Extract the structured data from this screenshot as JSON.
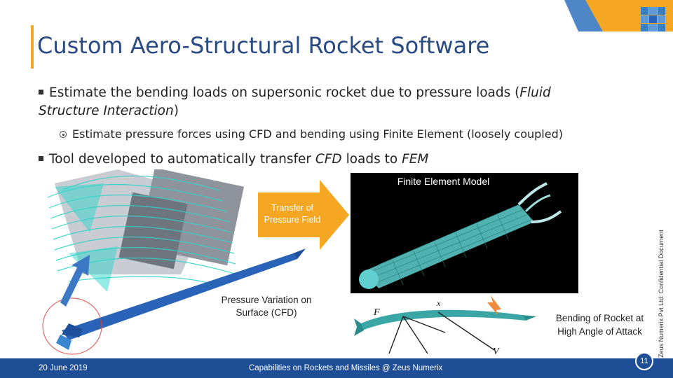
{
  "slide": {
    "title": "Custom Aero-Structural Rocket Software",
    "bullet1_main": "Estimate the bending loads on supersonic rocket due to pressure loads (",
    "bullet1_italic": "Fluid Structure Interaction",
    "bullet1_end": ")",
    "sub_bullet": "Estimate pressure forces using CFD and bending using Finite Element (loosely coupled)",
    "bullet2_main": "Tool developed to automatically transfer ",
    "bullet2_italic1": "CFD",
    "bullet2_mid": " loads to ",
    "bullet2_italic2": "FEM"
  },
  "figure": {
    "fem_label": "Finite Element Model",
    "arrow_label": "Transfer of Pressure Field",
    "cfd_label": "Pressure Variation on Surface (CFD)",
    "bend_label": "Bending of Rocket at High Angle of Attack",
    "bend_symbols": [
      "F",
      "x",
      "V"
    ]
  },
  "side_note": "© Zeus Numerix Pvt Ltd: Confidential Document",
  "footer": {
    "date": "20 June 2019",
    "caption": "Capabilities on Rockets and Missiles @ Zeus Numerix",
    "page": "11"
  },
  "colors": {
    "title": "#2a4a84",
    "accent_orange": "#f5a623",
    "footer_blue": "#1d4e96",
    "fem_bg": "#000000",
    "rocket_blue": "#2a64b8",
    "rocket_teal": "#3aa6a6"
  }
}
